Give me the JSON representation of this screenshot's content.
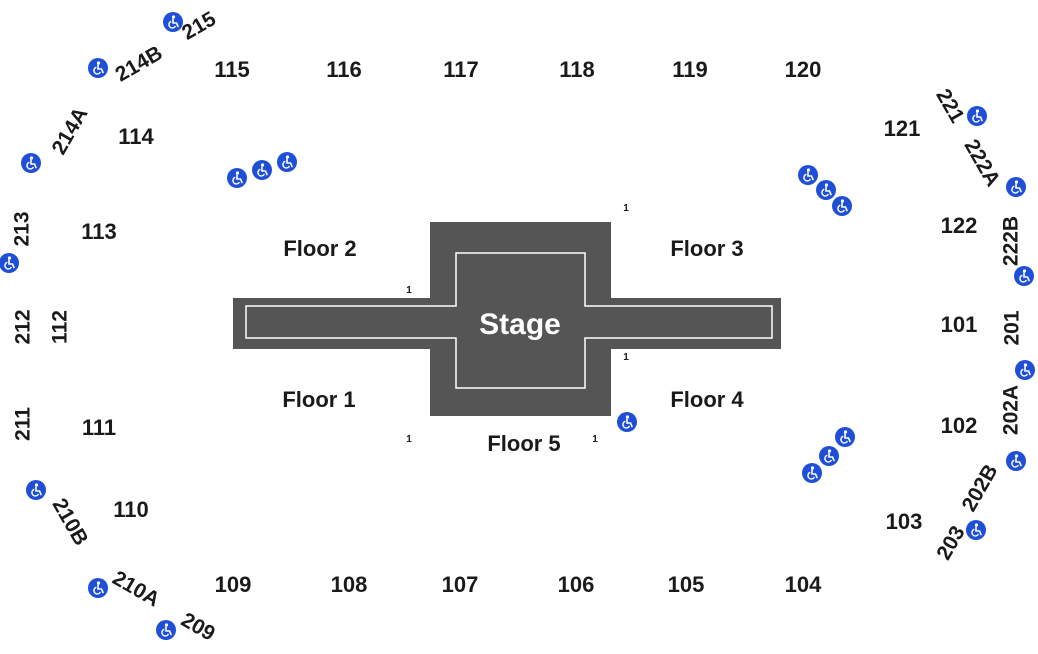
{
  "stage": {
    "label": "Stage"
  },
  "floors": [
    {
      "id": "floor-2",
      "label": "Floor 2"
    },
    {
      "id": "floor-3",
      "label": "Floor 3"
    },
    {
      "id": "floor-1",
      "label": "Floor 1"
    },
    {
      "id": "floor-4",
      "label": "Floor 4"
    },
    {
      "id": "floor-5",
      "label": "Floor 5"
    }
  ],
  "row_markers": [
    "1",
    "1",
    "1",
    "1",
    "1"
  ],
  "sections_lower": [
    "115",
    "116",
    "117",
    "118",
    "119",
    "120",
    "114",
    "113",
    "112",
    "111",
    "110",
    "109",
    "108",
    "107",
    "106",
    "105",
    "104",
    "121",
    "122",
    "101",
    "102",
    "103"
  ],
  "sections_upper": [
    "215",
    "214B",
    "214A",
    "213",
    "212",
    "211",
    "210B",
    "210A",
    "209",
    "221",
    "222A",
    "222B",
    "201",
    "202A",
    "202B",
    "203"
  ],
  "icons": {
    "accessible": "wheelchair-icon"
  },
  "colors": {
    "stage_fill": "#555555",
    "stage_outline": "#ffffff",
    "accessible_badge": "#1f4fd6",
    "text": "#1a1a1a"
  }
}
